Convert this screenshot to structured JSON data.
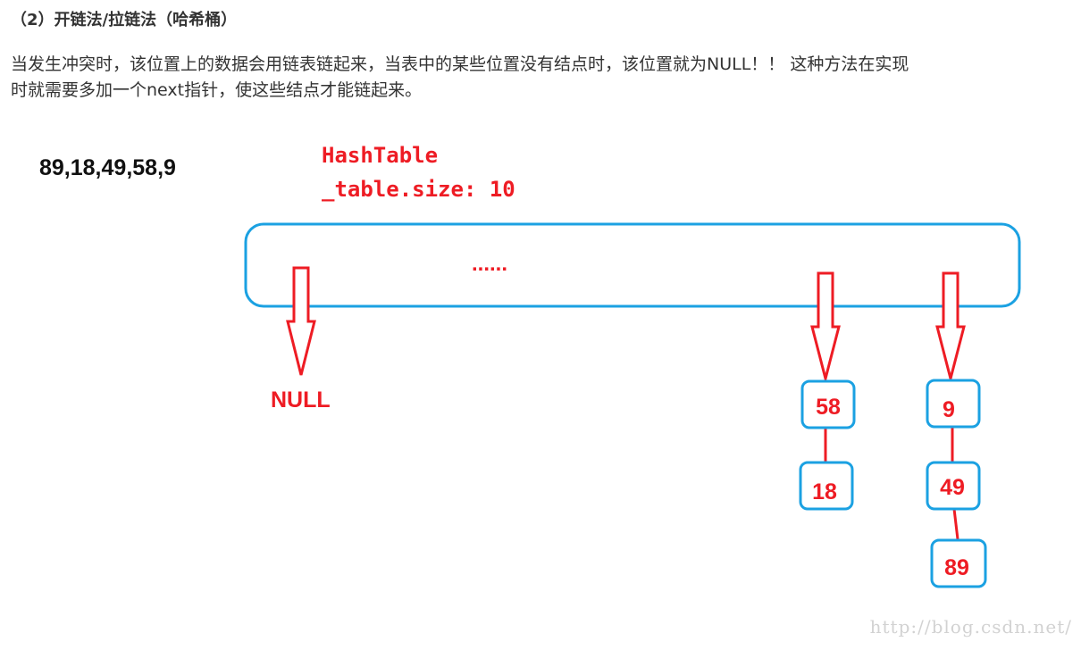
{
  "heading": "（2）开链法/拉链法（哈希桶）",
  "paragraph": {
    "line1": "当发生冲突时，该位置上的数据会用链表链起来，当表中的某些位置没有结点时，该位置就为NULL！！ 这种方法在实现",
    "line2": "时就需要多加一个next指针，使这些结点才能链起来。"
  },
  "diagram": {
    "input_sequence": "89,18,49,58,9",
    "table_title": "HashTable",
    "table_size": "_table.size: 10",
    "ellipsis": "......",
    "null_label": "NULL",
    "chains": [
      {
        "nodes": [
          "58",
          "18"
        ]
      },
      {
        "nodes": [
          "9",
          "49",
          "89"
        ]
      }
    ]
  },
  "watermark": "http://blog.csdn.net/",
  "colors": {
    "text": "#333333",
    "red": "#ee1c24",
    "blue": "#1ba1e2",
    "watermark": "#d2d2d2"
  }
}
